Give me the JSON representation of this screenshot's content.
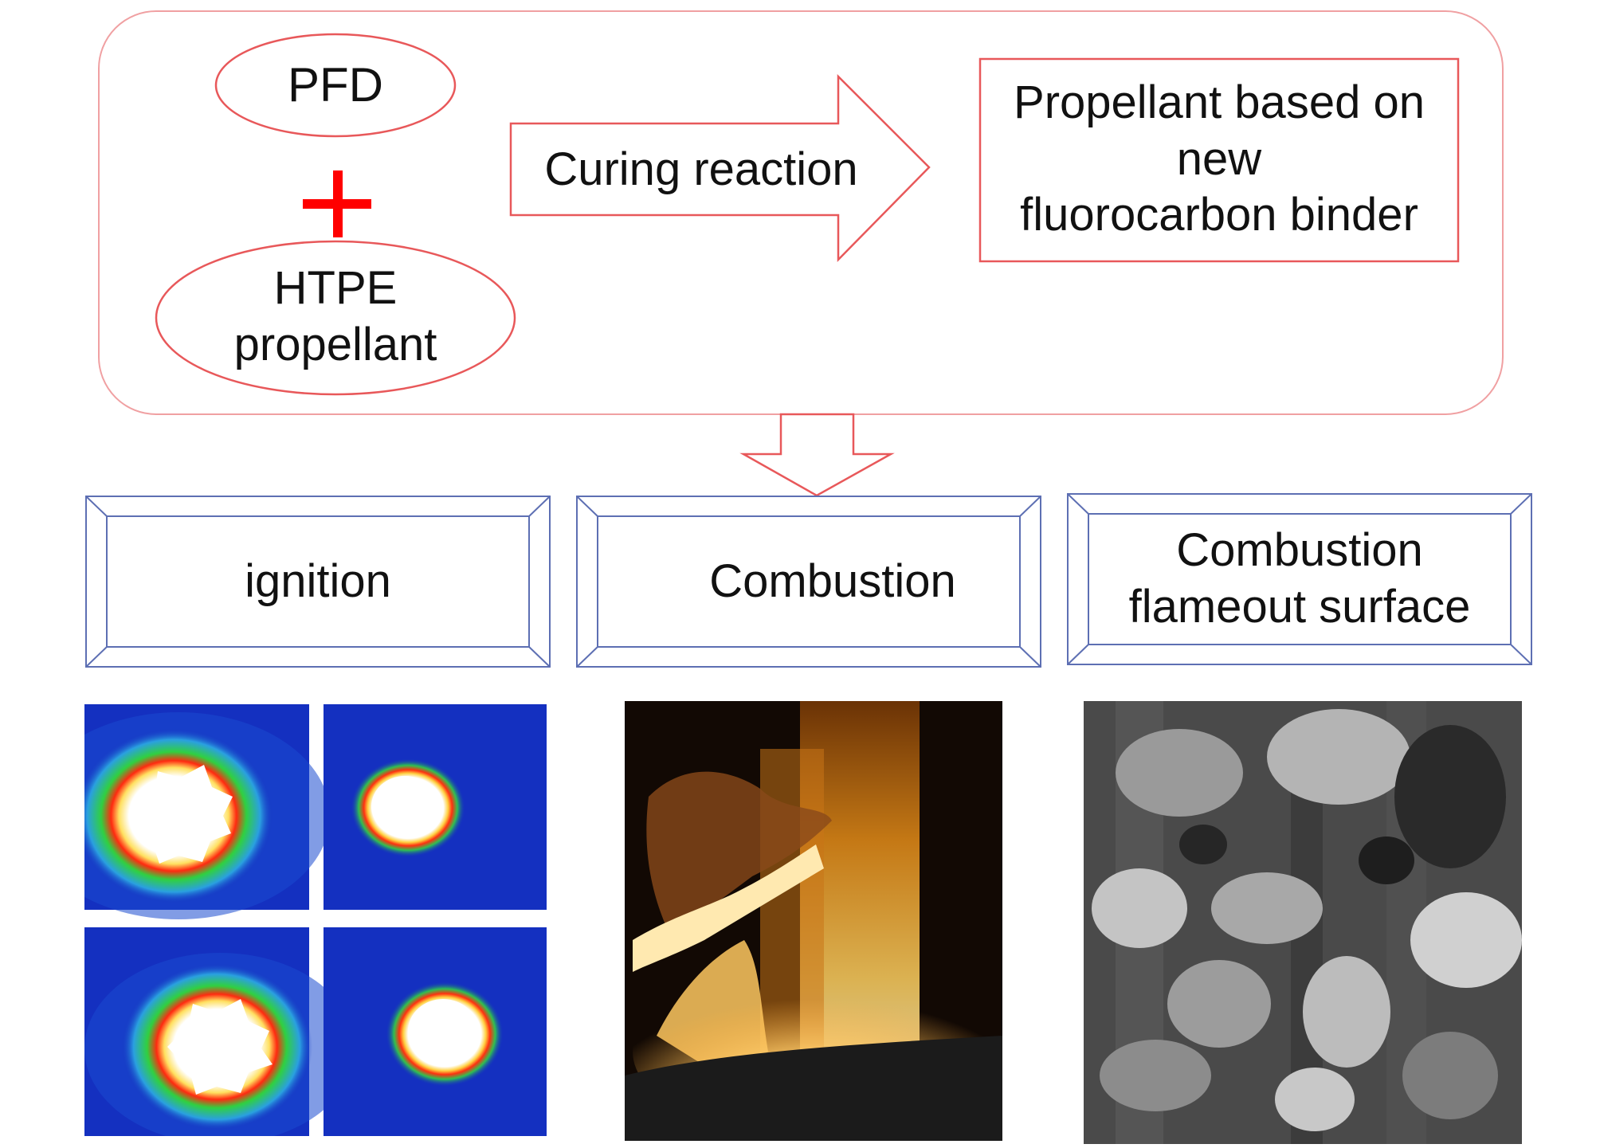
{
  "top": {
    "pfd_label": "PFD",
    "htpe_line1": "HTPE",
    "htpe_line2": "propellant",
    "arrow_label": "Curing reaction",
    "result_line1": "Propellant based on new",
    "result_line2": "fluorocarbon binder"
  },
  "stages": {
    "ignition": "ignition",
    "combustion": "Combustion",
    "flameout_line1": "Combustion",
    "flameout_line2": "flameout surface"
  },
  "colors": {
    "outline_red": "#e8585a",
    "plus_red": "#ff0000",
    "frame_blue": "#5d6fb3",
    "ignition_bg": "#1430c0",
    "flame_orange": "#f4a020",
    "sem_gray": "#8a8a8a"
  },
  "icons": {
    "plus": "plus-icon",
    "right_arrow": "right-arrow-icon",
    "down_arrow": "down-arrow-icon"
  }
}
